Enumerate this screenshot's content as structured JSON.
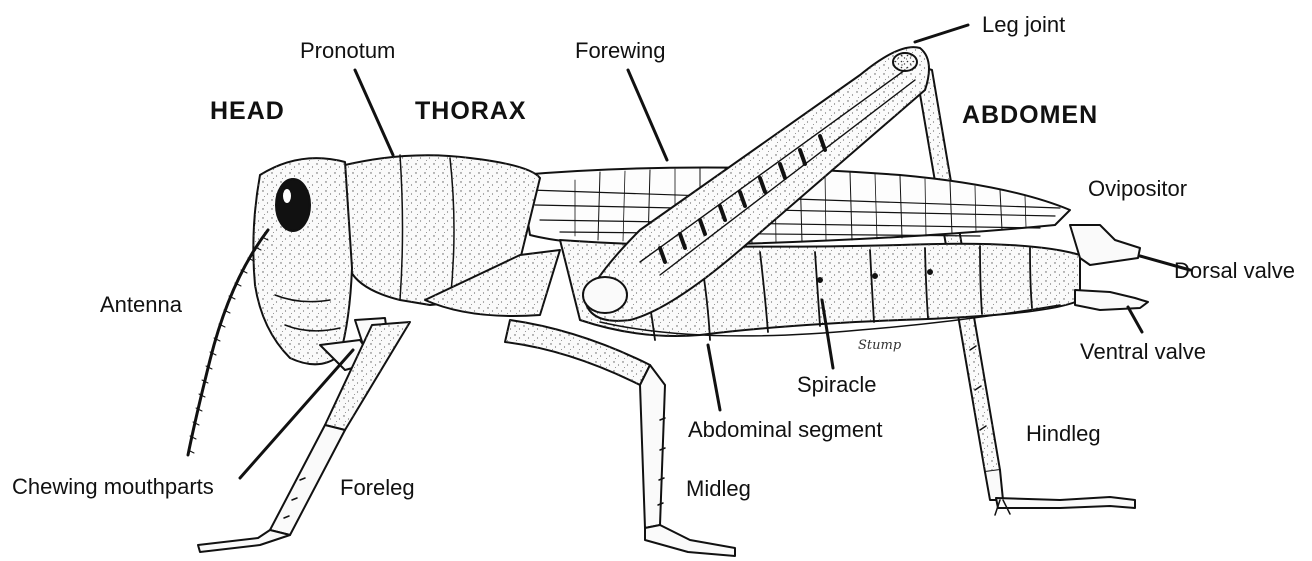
{
  "diagram": {
    "regions": {
      "head": "HEAD",
      "thorax": "THORAX",
      "abdomen": "ABDOMEN"
    },
    "labels": {
      "pronotum": "Pronotum",
      "forewing": "Forewing",
      "leg_joint": "Leg joint",
      "ovipositor": "Ovipositor",
      "dorsal_valve": "Dorsal valve",
      "ventral_valve": "Ventral valve",
      "antenna": "Antenna",
      "spiracle": "Spiracle",
      "abdominal_segment": "Abdominal segment",
      "hindleg": "Hindleg",
      "chewing_mouthparts": "Chewing mouthparts",
      "foreleg": "Foreleg",
      "midleg": "Midleg"
    },
    "signature": "Stump",
    "colors": {
      "ink": "#111111",
      "paper": "#ffffff",
      "body": "#fafafa"
    }
  }
}
